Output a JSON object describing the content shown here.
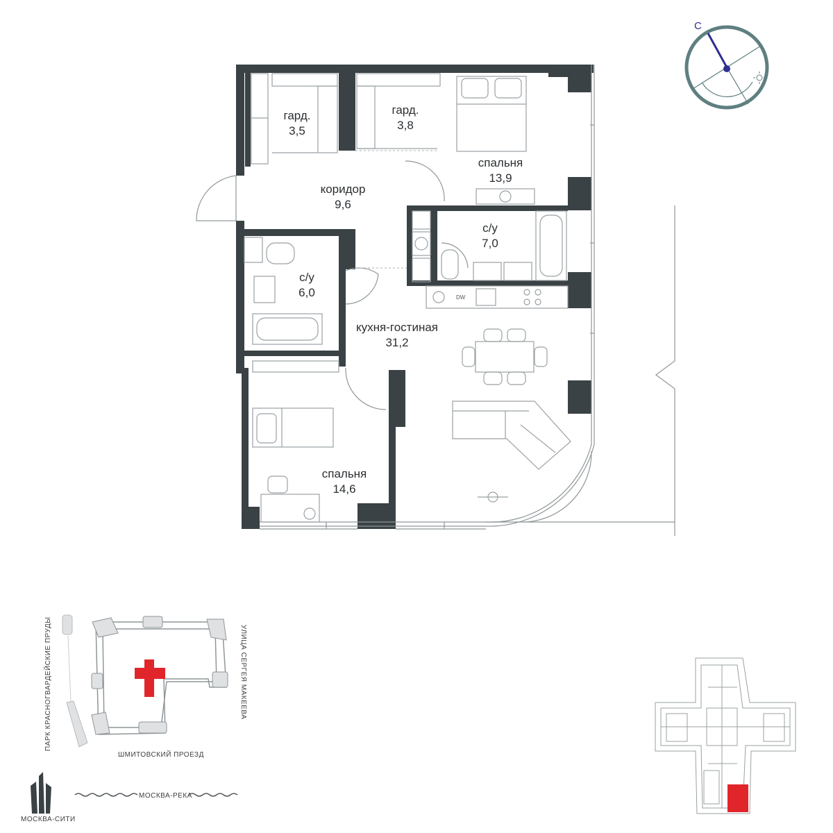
{
  "rooms": [
    {
      "id": "wardrobe-1",
      "label": "гард.",
      "area": "3,5"
    },
    {
      "id": "wardrobe-2",
      "label": "гард.",
      "area": "3,8"
    },
    {
      "id": "bedroom-1",
      "label": "спальня",
      "area": "13,9"
    },
    {
      "id": "corridor",
      "label": "коридор",
      "area": "9,6"
    },
    {
      "id": "bathroom-1",
      "label": "с/у",
      "area": "7,0"
    },
    {
      "id": "bathroom-2",
      "label": "с/у",
      "area": "6,0"
    },
    {
      "id": "kitchen-living",
      "label": "кухня-гостиная",
      "area": "31,2"
    },
    {
      "id": "bedroom-2",
      "label": "спальня",
      "area": "14,6"
    }
  ],
  "appliance": {
    "dishwasher": "DW"
  },
  "compass": {
    "north": "C",
    "color": "#5f7f80",
    "needle": "#2e2f8f"
  },
  "site_map": {
    "park": "ПАРК КРАСНОГВАРДЕЙСКИЕ ПРУДЫ",
    "street_east": "УЛИЦА СЕРГЕЯ МАКЕЕВА",
    "street_south": "ШМИТОВСКИЙ ПРОЕЗД",
    "river": "МОСКВА-РЕКА",
    "city": "МОСКВА-СИТИ",
    "highlight_color": "#e0262b"
  },
  "floor_key": {
    "highlight_color": "#e0262b"
  }
}
